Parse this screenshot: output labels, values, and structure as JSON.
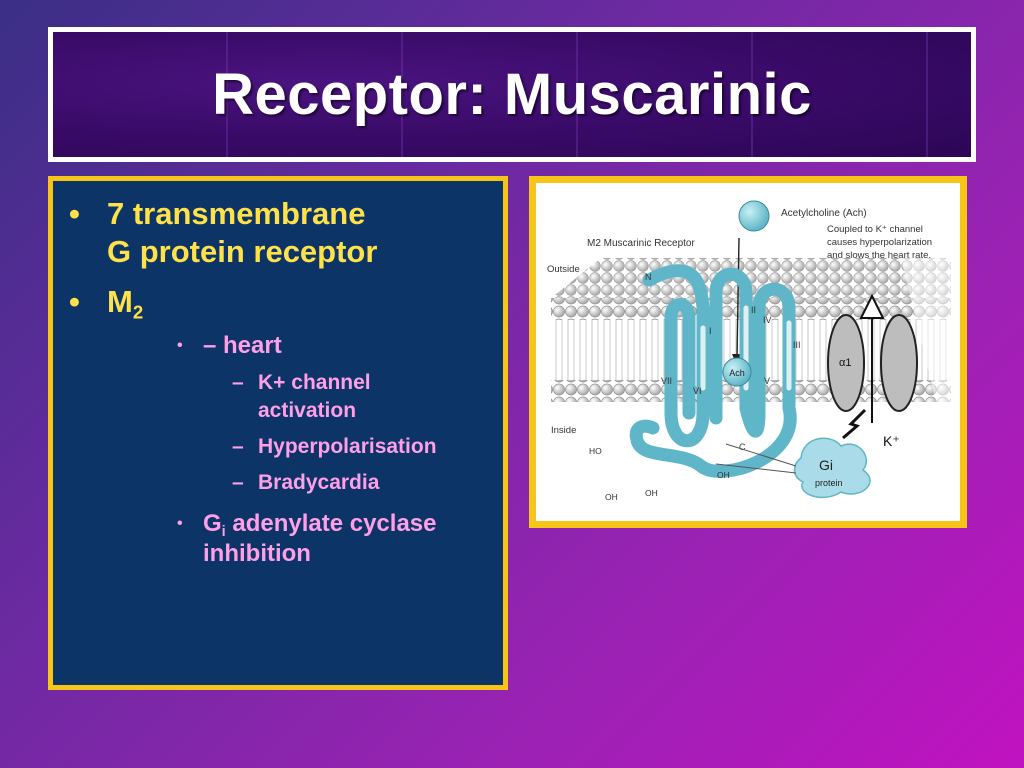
{
  "slide": {
    "title": "Receptor: Muscarinic",
    "content": {
      "item1": {
        "line1": "7 transmembrane",
        "line2": "G protein receptor"
      },
      "item2": {
        "main": "M",
        "sub": "2"
      },
      "heart": "– heart",
      "k_channel": {
        "line1": "K+ channel",
        "line2": "activation"
      },
      "hyper": "Hyperpolarisation",
      "brady": "Bradycardia",
      "gi": {
        "main": "G",
        "sub": "i",
        "rest": " adenylate cyclase",
        "line2": "inhibition"
      },
      "bullet": "•",
      "dash": "–"
    },
    "figure": {
      "ach_label": "Acetylcholine (Ach)",
      "receptor_label": "M2 Muscarinic Receptor",
      "note_line1": "Coupled to K⁺ channel",
      "note_line2": "causes hyperpolarization",
      "note_line3": "and slows the heart rate.",
      "outside": "Outside",
      "inside": "Inside",
      "n_term": "N",
      "c_term": "C",
      "ach_site": "Ach",
      "helices": [
        "I",
        "II",
        "III",
        "IV",
        "V",
        "VI",
        "VII"
      ],
      "ho": "HO",
      "oh1": "OH",
      "oh2": "OH",
      "oh3": "OH",
      "k_ion": "K⁺",
      "alpha1": "α1",
      "gi_label": "Gi",
      "protein_label": "protein"
    },
    "colors": {
      "title_text": "#ffffff",
      "level1_text": "#ffe14a",
      "level2_text": "#ff9fe8",
      "panel_border": "#f5c518",
      "panel_bg": "#0c3466",
      "receptor": "#5fb6c8"
    }
  }
}
